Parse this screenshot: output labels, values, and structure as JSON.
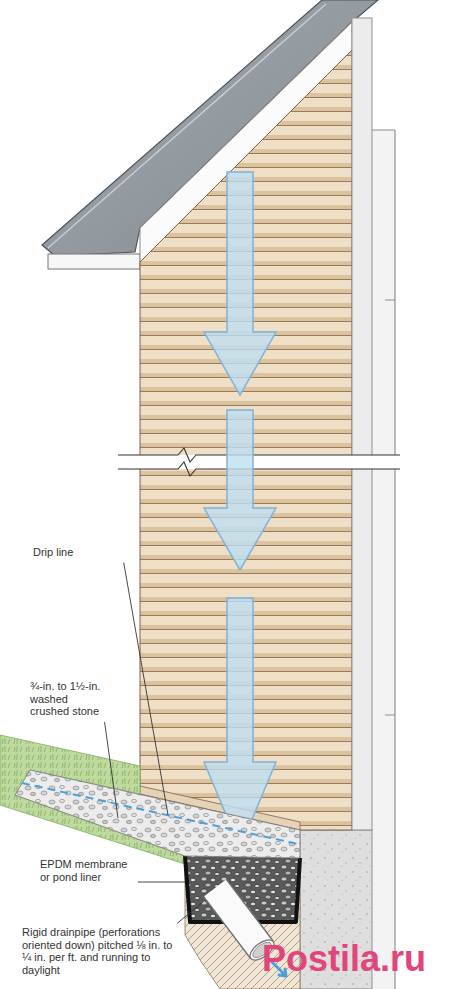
{
  "diagram": {
    "labels": [
      "Drip line",
      "¾-in. to 1½-in. washed crushed stone",
      "EPDM membrane or pond liner",
      "Rigid drainpipe (perforations oriented down) pitched ⅛ in. to ¼ in. per ft. and running to daylight",
      "Postila.ru"
    ]
  }
}
